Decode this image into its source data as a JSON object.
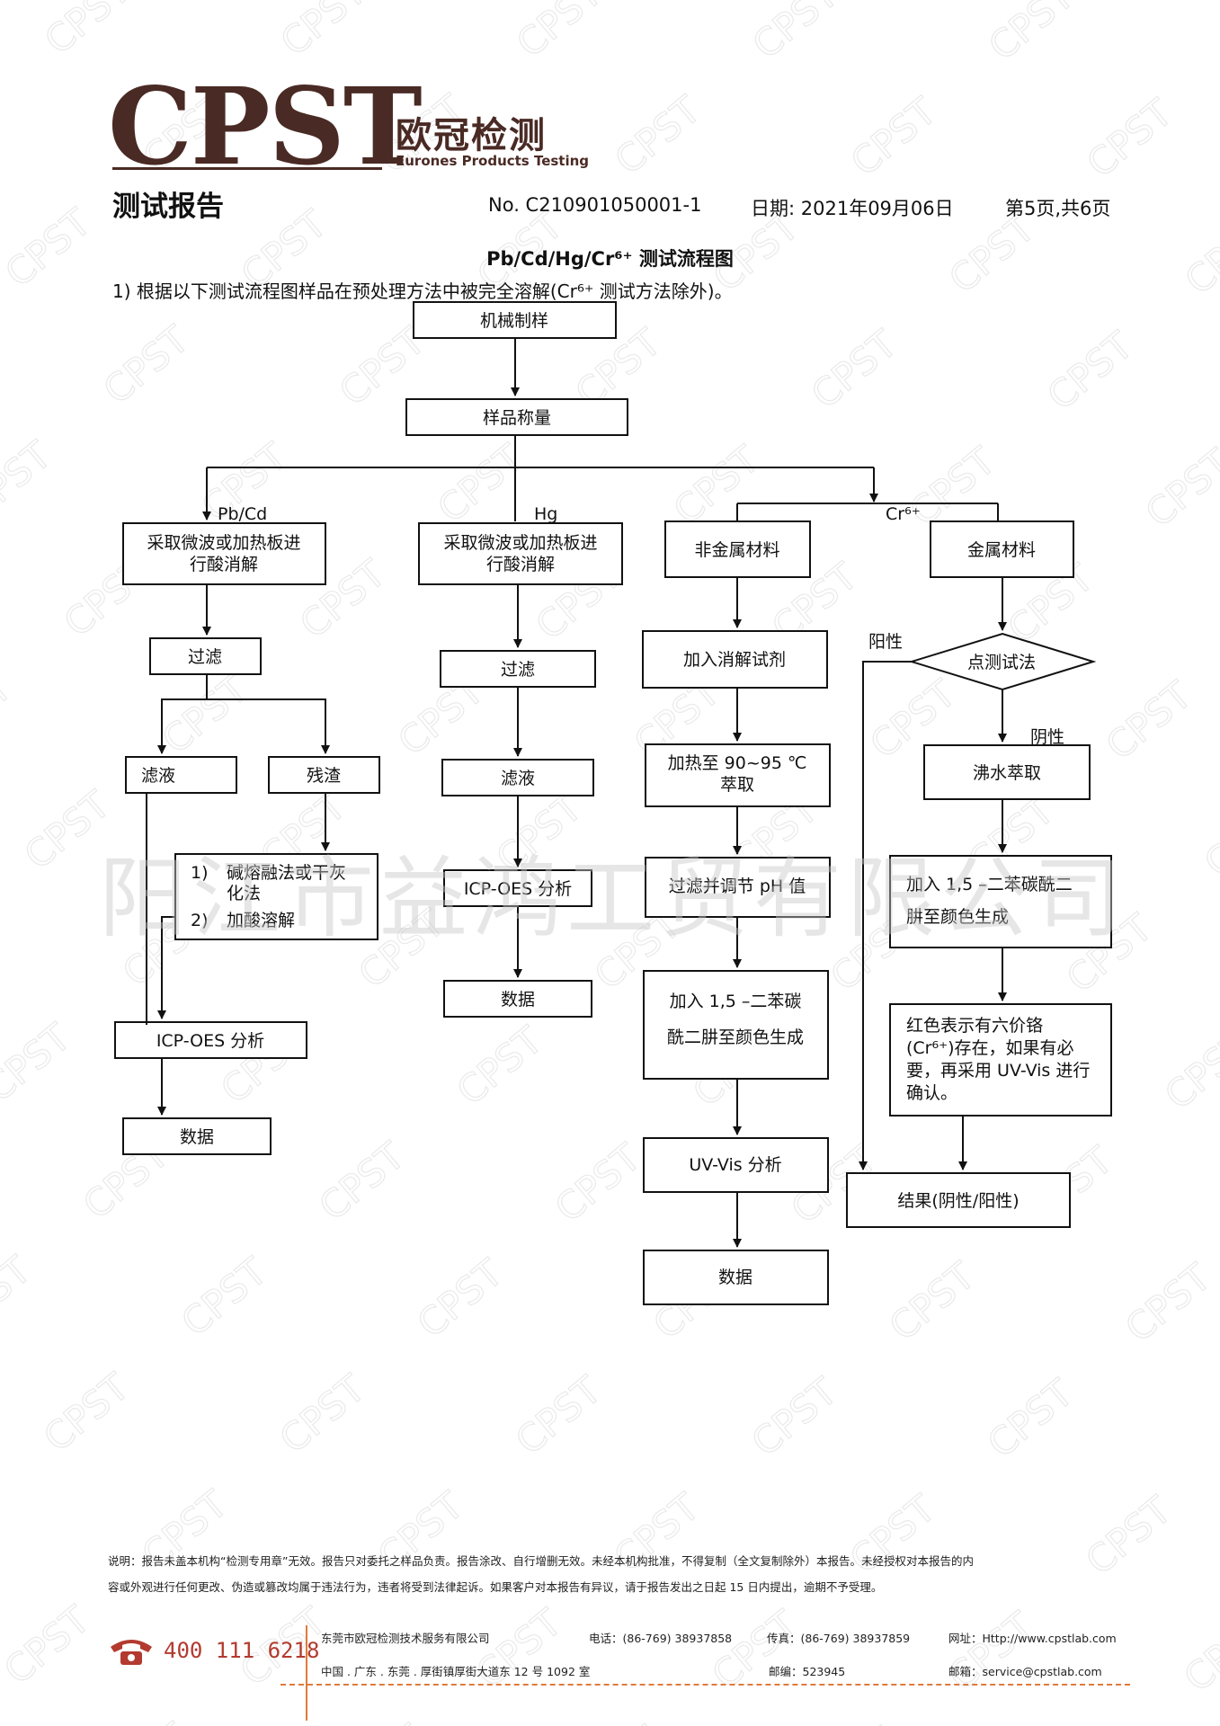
{
  "header": {
    "logo_text": "CPST",
    "logo_cn": "欧冠检测",
    "logo_en": "Eurones Products Testing",
    "report_title": "测试报告",
    "report_no": "No. C210901050001-1",
    "date": "日期: 2021年09月06日",
    "page": "第5页,共6页"
  },
  "title": "Pb/Cd/Hg/Cr⁶⁺ 测试流程图",
  "note": "1)   根据以下测试流程图样品在预处理方法中被完全溶解(Cr⁶⁺ 测试方法除外)。",
  "flow": {
    "mechanical": "机械制样",
    "weigh": "样品称量",
    "branch_pbcd": "Pb/Cd",
    "branch_hg": "Hg",
    "branch_cr": "Cr⁶⁺",
    "pbcd_digest_1": "采取微波或加热板进",
    "pbcd_digest_2": "行酸消解",
    "pbcd_filter": "过滤",
    "pbcd_filtrate": "滤液",
    "pbcd_residue": "残渣",
    "residue_step1_num": "1)",
    "residue_step1_a": "碱熔融法或干灰",
    "residue_step1_b": "化法",
    "residue_step2_num": "2)",
    "residue_step2": "加酸溶解",
    "pbcd_icp": "ICP-OES 分析",
    "pbcd_data": "数据",
    "hg_digest_1": "采取微波或加热板进",
    "hg_digest_2": "行酸消解",
    "hg_filter": "过滤",
    "hg_filtrate": "滤液",
    "hg_icp": "ICP-OES 分析",
    "hg_data": "数据",
    "nonmetal": "非金属材料",
    "nm_reagent": "加入消解试剂",
    "nm_heat_1": "加热至 90~95 ℃",
    "nm_heat_2": "萃取",
    "nm_ph": "过滤并调节 pH 值",
    "nm_dpc_1": "加入 1,5 –二苯碳",
    "nm_dpc_2": "酰二肼至颜色生成",
    "nm_uv": "UV-Vis 分析",
    "nm_data": "数据",
    "metal": "金属材料",
    "spot_test": "点测试法",
    "positive": "阳性",
    "negative": "阴性",
    "boil": "沸水萃取",
    "m_dpc_1": "加入 1,5 –二苯碳酰二",
    "m_dpc_2": "肼至颜色生成",
    "m_red_1": "红色表示有六价铬",
    "m_red_2": "(Cr⁶⁺)存在，如果有必",
    "m_red_3": "要，再采用 UV-Vis 进行",
    "m_red_4": "确认。",
    "result": "结果(阴性/阳性)"
  },
  "watermark": "阳江市益鸿工贸有限公司",
  "footer": {
    "note_1": "说明：报告未盖本机构“检测专用章”无效。报告只对委托之样品负责。报告涂改、自行增删无效。未经本机构批准，不得复制（全文复制除外）本报告。未经授权对本报告的内",
    "note_2": "容或外观进行任何更改、伪造或篡改均属于违法行为，违者将受到法律起诉。如果客户对本报告有异议，请于报告发出之日起 15 日内提出，逾期不予受理。",
    "phone": "400 111 6218",
    "company": "东莞市欧冠检测技术服务有限公司",
    "tel": "电话：(86-769) 38937858",
    "fax": "传真：(86-769) 38937859",
    "web": "网址：Http://www.cpstlab.com",
    "address": "中国 . 广东 . 东莞 . 厚街镇厚街大道东 12 号 1092 室",
    "postcode": "邮编：523945",
    "email": "邮箱：service@cpstlab.com"
  },
  "colors": {
    "brand": "#4a2a24",
    "phone": "#b33a2f",
    "footer_line": "#e07a3a"
  }
}
